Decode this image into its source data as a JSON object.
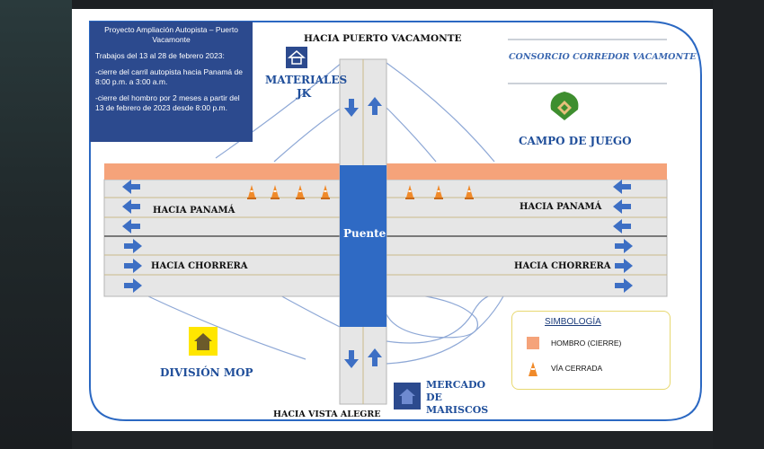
{
  "info_box": {
    "title": "Proyecto Ampliación Autopista – Puerto Vacamonte",
    "works": "Trabajos del 13 al 28 de febrero 2023:",
    "item1": "-cierre del carril autopista hacia Panamá de 8:00 p.m. a 3:00 a.m.",
    "item2": "-cierre del hombro por 2 meses a partir del 13 de febrero de 2023 desde 8:00 p.m."
  },
  "labels": {
    "top_direction": "HACIA PUERTO VACAMONTE",
    "bottom_direction": "HACIA VISTA ALEGRE",
    "consorcio": "CONSORCIO CORREDOR VACAMONTE",
    "materiales": "MATERIALES JK",
    "campo": "CAMPO DE JUEGO",
    "division": "DIVISIÓN MOP",
    "mercado": "MERCADO DE MARISCOS",
    "puente": "Puente",
    "panama_left": "HACIA PANAMÁ",
    "panama_right": "HACIA PANAMÁ",
    "chorrera_left": "HACIA CHORRERA",
    "chorrera_right": "HACIA CHORRERA"
  },
  "legend": {
    "title": "SIMBOLOGÍA",
    "hombro": "HOMBRO (CIERRE)",
    "via": "VÍA CERRADA"
  },
  "colors": {
    "road": "#e6e6e6",
    "shoulder_closure": "#f5a37a",
    "bridge": "#2f6ac4",
    "arrow": "#3d6fc4",
    "frame_line": "#2b68c2",
    "info_box": "#2c4a8e"
  },
  "icons": {
    "materiales": "house-icon",
    "division": "house-icon",
    "mercado": "house-icon",
    "campo": "baseball-field-icon",
    "closure": "traffic-cone-icon"
  }
}
